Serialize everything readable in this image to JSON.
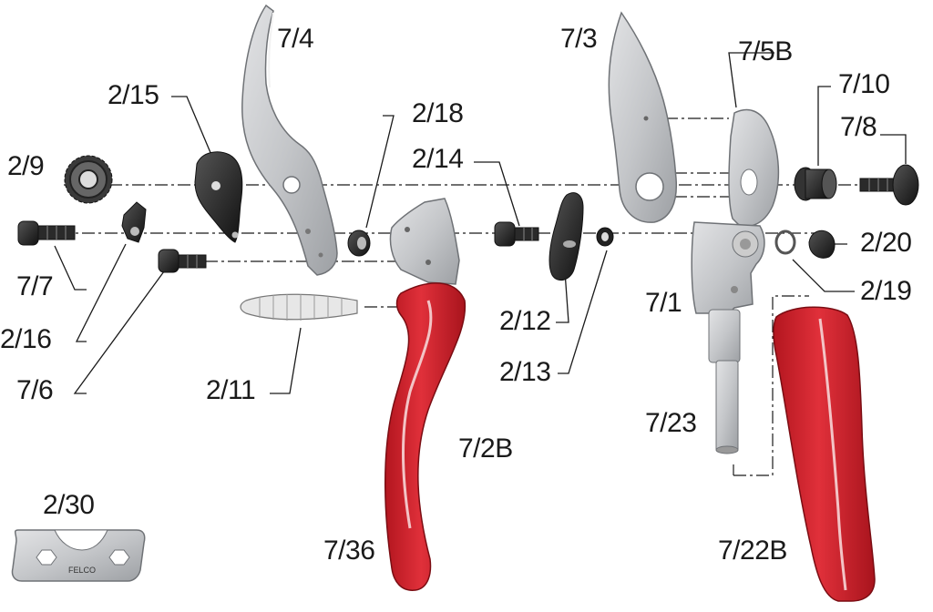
{
  "labels": {
    "l_7_4": "7/4",
    "l_7_3": "7/3",
    "l_7_5B": "7/5B",
    "l_2_15": "2/15",
    "l_2_18": "2/18",
    "l_7_10": "7/10",
    "l_7_8": "7/8",
    "l_2_9": "2/9",
    "l_2_14": "2/14",
    "l_2_20": "2/20",
    "l_7_7": "7/7",
    "l_2_19": "2/19",
    "l_7_1": "7/1",
    "l_2_12": "2/12",
    "l_2_16": "2/16",
    "l_2_13": "2/13",
    "l_7_6": "7/6",
    "l_2_11": "2/11",
    "l_7_23": "7/23",
    "l_7_2B": "7/2B",
    "l_2_30": "2/30",
    "l_7_36": "7/36",
    "l_7_22B": "7/22B"
  },
  "tool_logo_text": "FELCO",
  "colors": {
    "red_handle": "#d9232e",
    "red_dark": "#a8141d",
    "steel": "#c7c9cc",
    "steel_dark": "#8f9296",
    "black_part": "#222222",
    "leader": "#1a1a1a"
  }
}
